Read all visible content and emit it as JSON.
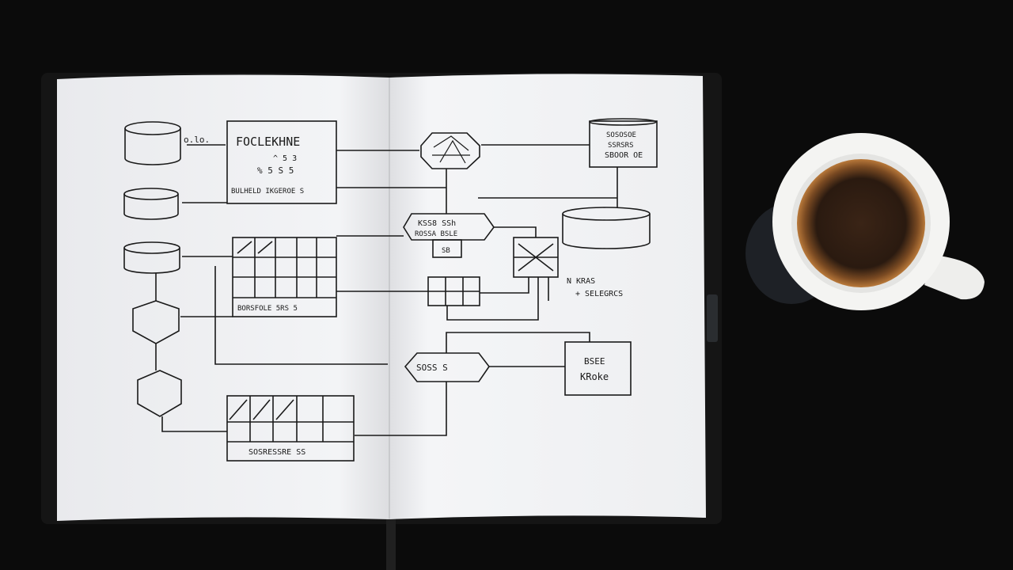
{
  "notebook": {
    "left_page": {
      "title_block": {
        "title": "FOCLEKHNE",
        "line1": "^ 5 3",
        "line2": "% 5 S 5",
        "line3": "BULHELD IKGEROE S"
      },
      "db1_note": "o.lo.",
      "tables": [
        {
          "footer": "BORSFOLE 5RS 5"
        },
        {
          "footer": "SOSRESSRE SS"
        }
      ]
    },
    "right_page": {
      "top_right_box": {
        "line1": "SOSOSOE",
        "line2": "SSRSRS",
        "line3": "SBOOR OE"
      },
      "hex_mid": {
        "line1": "KSS8  SSh",
        "line2": "ROSSA  BSLE"
      },
      "small_box": "SB",
      "side_note": {
        "line1": "N KRAS",
        "line2": "+ SELEGRCS"
      },
      "hex_bottom": "SOSS  S",
      "bottom_box": {
        "line1": "BSEE",
        "line2": "KRoke"
      }
    }
  },
  "colors": {
    "background": "#0b0b0b",
    "paper": "#f2f3f5",
    "ink": "#1a1a1a",
    "coffee": "#2a1a10",
    "crema": "#a0642c",
    "cup": "#f4f4f2"
  }
}
